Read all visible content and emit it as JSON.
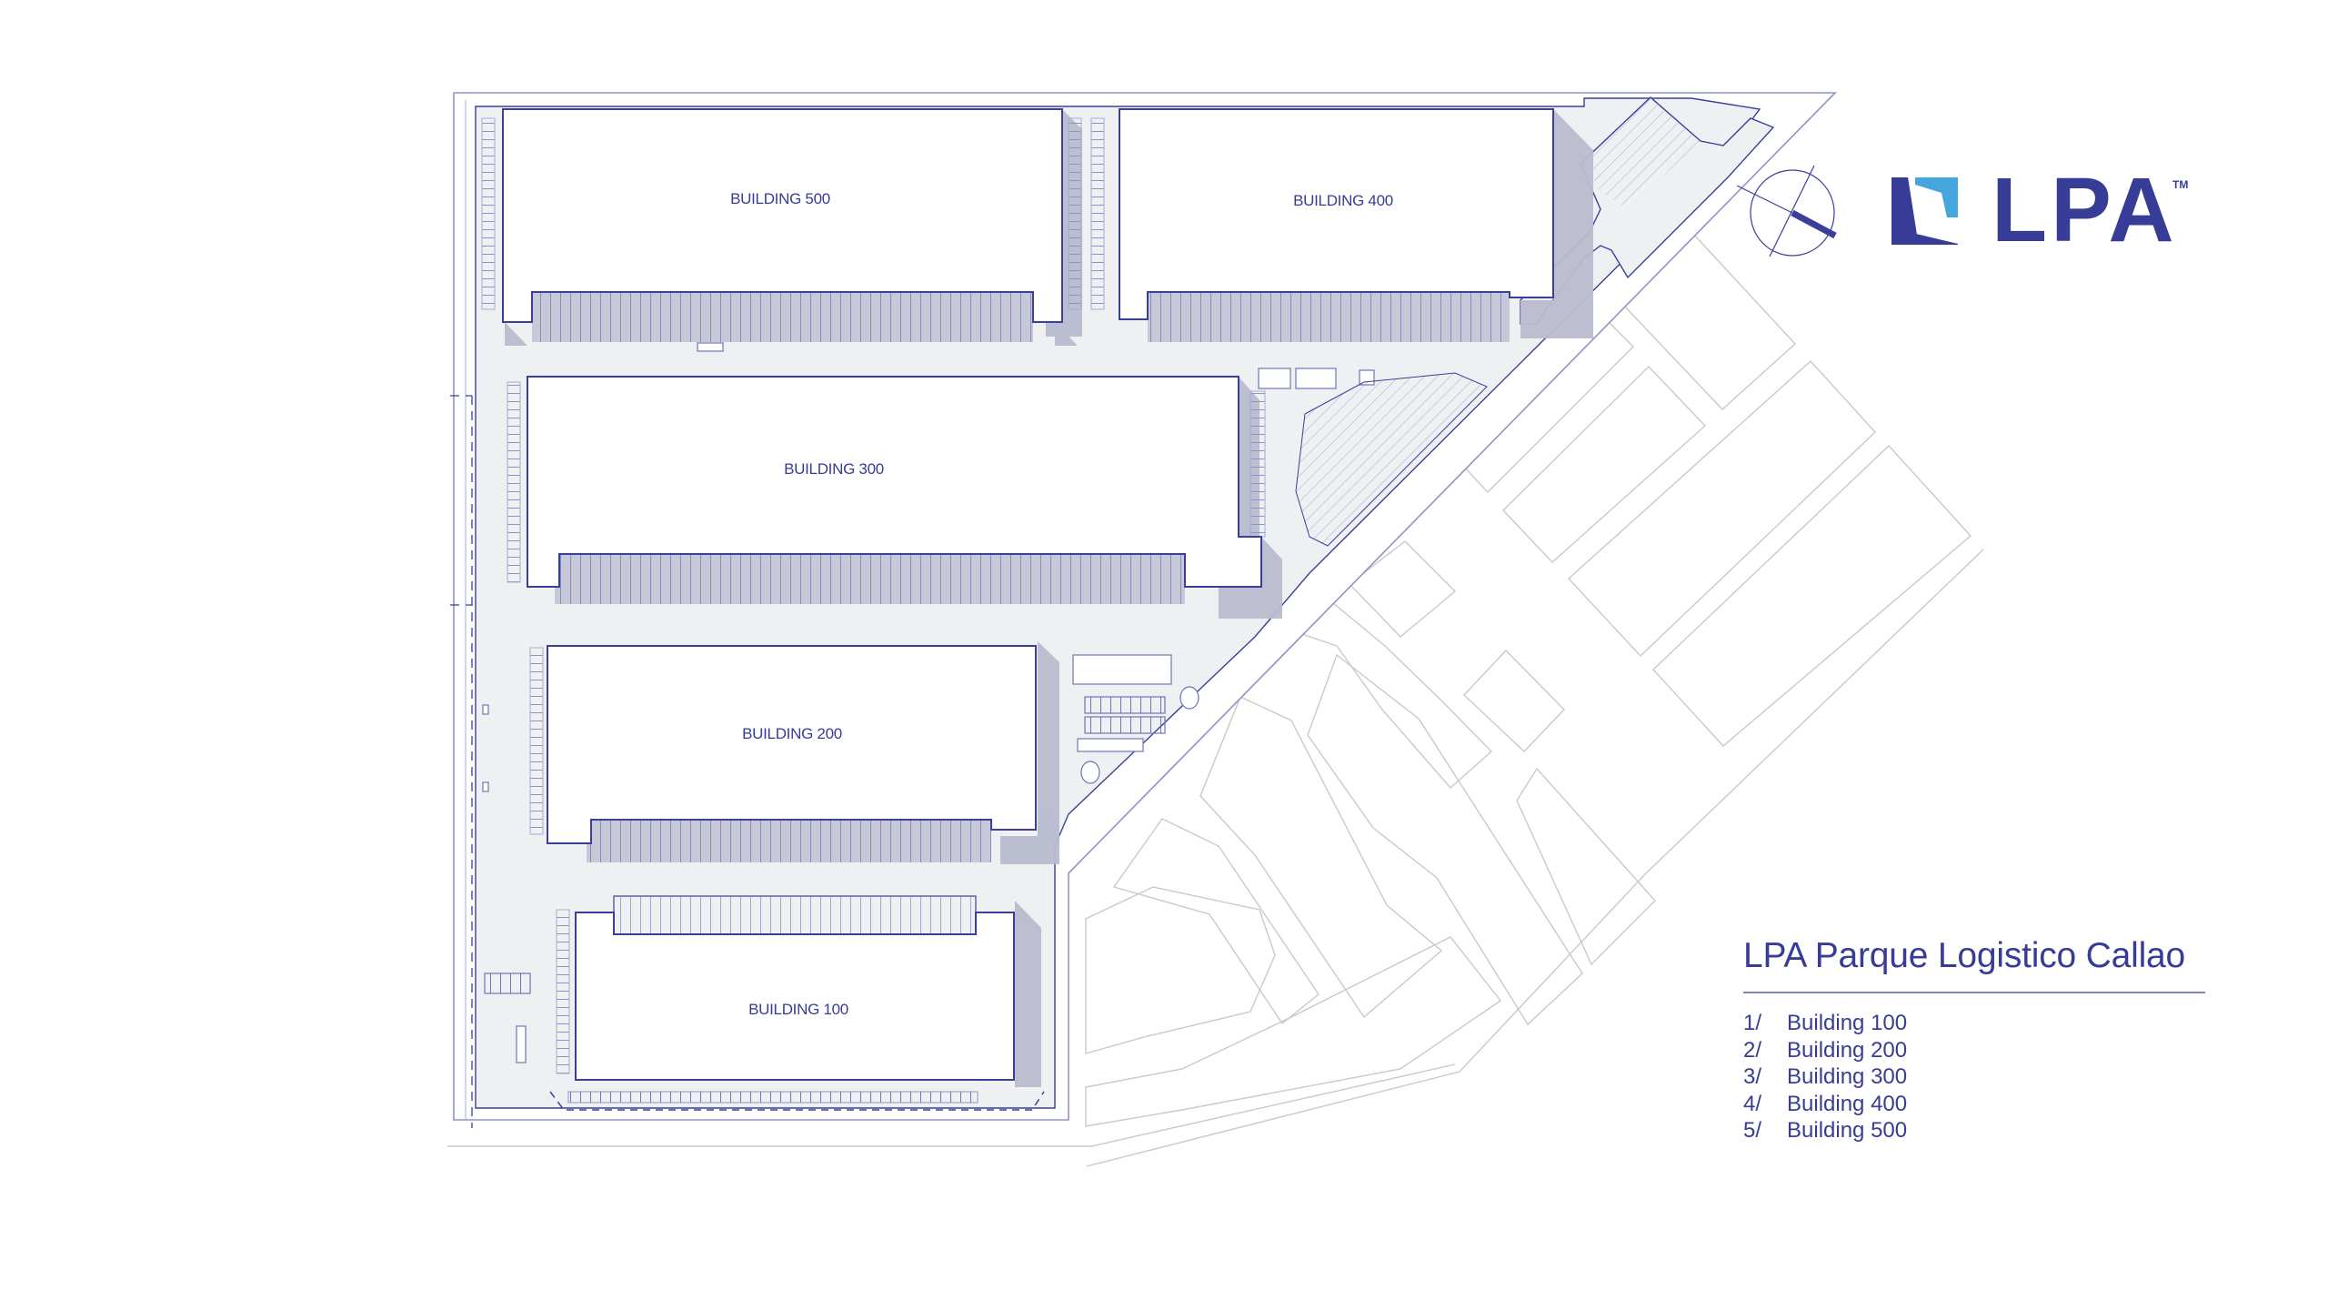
{
  "brand": {
    "name": "LPA",
    "trademark": "TM",
    "colors": {
      "primary": "#373c96",
      "accent": "#45a5dc"
    }
  },
  "map": {
    "title": "LPA Parque Logistico Callao",
    "buildings": [
      {
        "id": "500",
        "label": "BUILDING 500"
      },
      {
        "id": "400",
        "label": "BUILDING 400"
      },
      {
        "id": "300",
        "label": "BUILDING 300"
      },
      {
        "id": "200",
        "label": "BUILDING 200"
      },
      {
        "id": "100",
        "label": "BUILDING 100"
      }
    ],
    "compass": {
      "icon": "north-arrow-compass-icon"
    },
    "colors": {
      "line": "#3a3f99",
      "paving": "#eef0f2",
      "shadow": "#b9bccf",
      "parcel": "#c9c9c9"
    }
  },
  "legend": {
    "title": "LPA Parque Logistico Callao",
    "items": [
      {
        "num": "1/",
        "label": "Building 100"
      },
      {
        "num": "2/",
        "label": "Building 200"
      },
      {
        "num": "3/",
        "label": "Building 300"
      },
      {
        "num": "4/",
        "label": "Building 400"
      },
      {
        "num": "5/",
        "label": "Building 500"
      }
    ]
  }
}
